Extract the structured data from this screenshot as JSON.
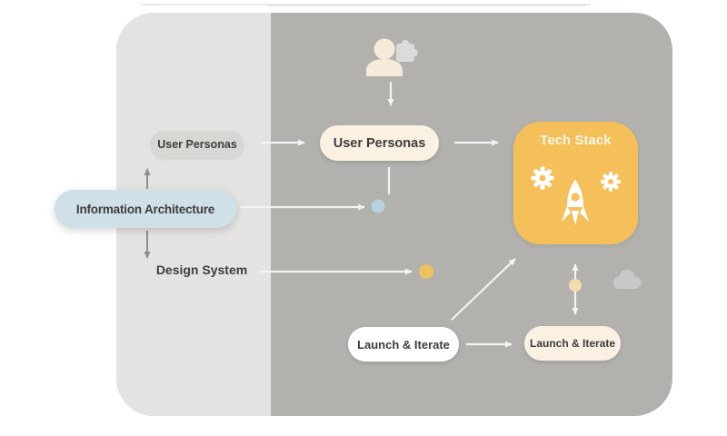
{
  "labels": {
    "user_personas_left": "User Personas",
    "user_personas_center": "User Personas",
    "information_architecture": "Information Architecture",
    "design_system": "Design System",
    "tech_stack": "Tech Stack",
    "launch_iterate_white": "Launch & Iterate",
    "launch_iterate_cream": "Launch & Iterate"
  },
  "icons": {
    "top": "user-with-puzzle-icon",
    "tech_stack": [
      "gear-icon",
      "gear-icon",
      "rocket-icon"
    ],
    "right": "cloud-icon"
  },
  "colors": {
    "canvas_bg": "#ffffff",
    "panel_left": "#e4e3e1",
    "panel_right": "#b2b1ae",
    "pill_gray": "#d8d7d4",
    "pill_cream": "#faf1e3",
    "pill_blue": "#cfe0e9",
    "pill_white": "#ffffff",
    "tech_stack_bg": "#f5c05a",
    "dot_blue": "#b7d1e0",
    "dot_yellow": "#eec261",
    "dot_cream": "#f3dcae",
    "arrow_light": "#f3f3f1",
    "arrow_gray": "#8e8e8c",
    "icon_cream": "#f6ead9",
    "icon_gray": "#dcdbd9",
    "cloud_gray": "#c9c8c6",
    "text_dark": "#3d3d3b",
    "text_white": "#fdf7ec"
  }
}
